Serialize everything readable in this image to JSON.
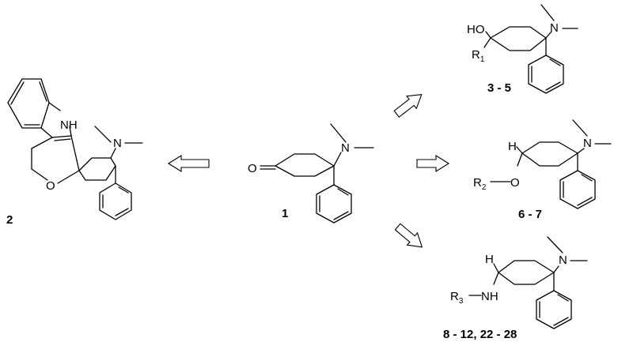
{
  "compounds": {
    "c1": {
      "label": "1",
      "oxygen": "O",
      "nitrogen": "N"
    },
    "c2": {
      "label": "2",
      "nh": "NH",
      "nitrogen": "N",
      "oxygen": "O"
    },
    "c3": {
      "label": "3 - 5",
      "hydroxyl": "HO",
      "nitrogen": "N",
      "r_letter": "R",
      "r_index": "1"
    },
    "c6": {
      "label": "6 - 7",
      "hydrogen": "H",
      "oxygen": "O",
      "nitrogen": "N",
      "r_letter": "R",
      "r_index": "2"
    },
    "c8": {
      "label": "8 - 12, 22 - 28",
      "hydrogen": "H",
      "amine": "NH",
      "nitrogen": "N",
      "r_letter": "R",
      "r_index": "3"
    }
  },
  "arrows": [
    "to-compound-2",
    "to-compounds-3-5",
    "to-compounds-6-7",
    "to-compounds-8-12"
  ]
}
